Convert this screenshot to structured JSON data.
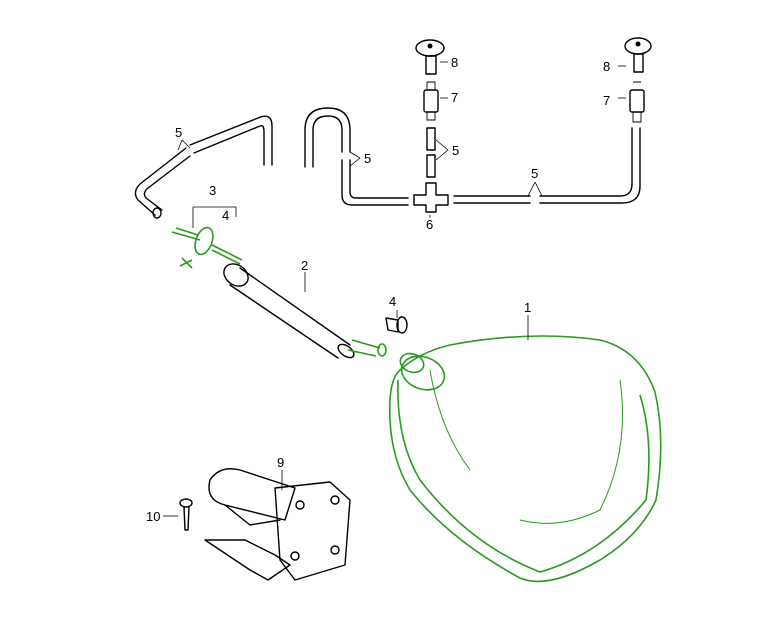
{
  "diagram": {
    "title": "Windshield washer system parts",
    "highlight_color": "#2a9a1e",
    "labels": {
      "tank": "1",
      "hose_pipe": "2",
      "valve": "3",
      "valve_cap": "4",
      "cap": "4",
      "hose_left": "5",
      "hose_mid": "5",
      "hose_vert": "5",
      "hose_right": "5",
      "t_piece": "6",
      "connector_left": "7",
      "connector_right": "7",
      "nozzle_left": "8",
      "nozzle_right": "8",
      "pump": "9",
      "screw": "10"
    }
  }
}
